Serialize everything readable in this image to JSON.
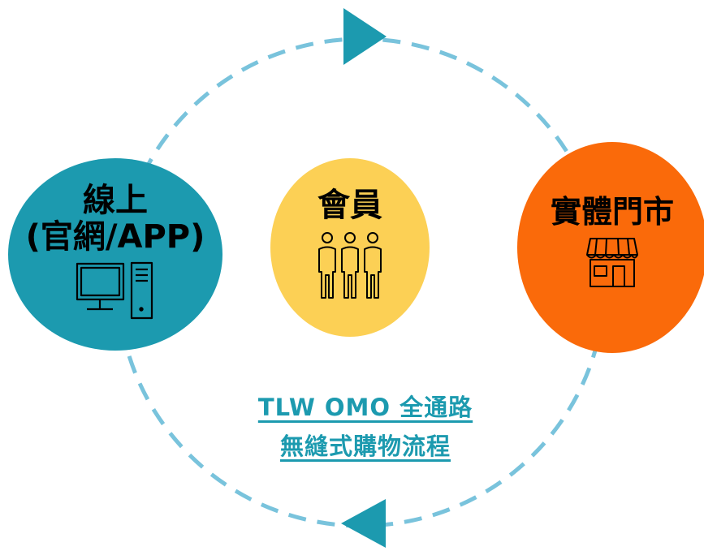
{
  "nodes": {
    "online": {
      "line1": "線上",
      "line2": "(官網/APP)",
      "icon": "desktop-computer-icon",
      "color": "#1C9AAF"
    },
    "member": {
      "label": "會員",
      "icon": "people-group-icon",
      "color": "#FCD055"
    },
    "store": {
      "label": "實體門市",
      "icon": "storefront-icon",
      "color": "#FA6A0A"
    }
  },
  "caption": {
    "line1": "TLW OMO 全通路",
    "line2": "無縫式購物流程",
    "color": "#1C9AAF"
  },
  "cycle": {
    "style": "dashed",
    "direction": "clockwise",
    "color": "#79C3DC",
    "arrow_color": "#1C9AAF"
  }
}
